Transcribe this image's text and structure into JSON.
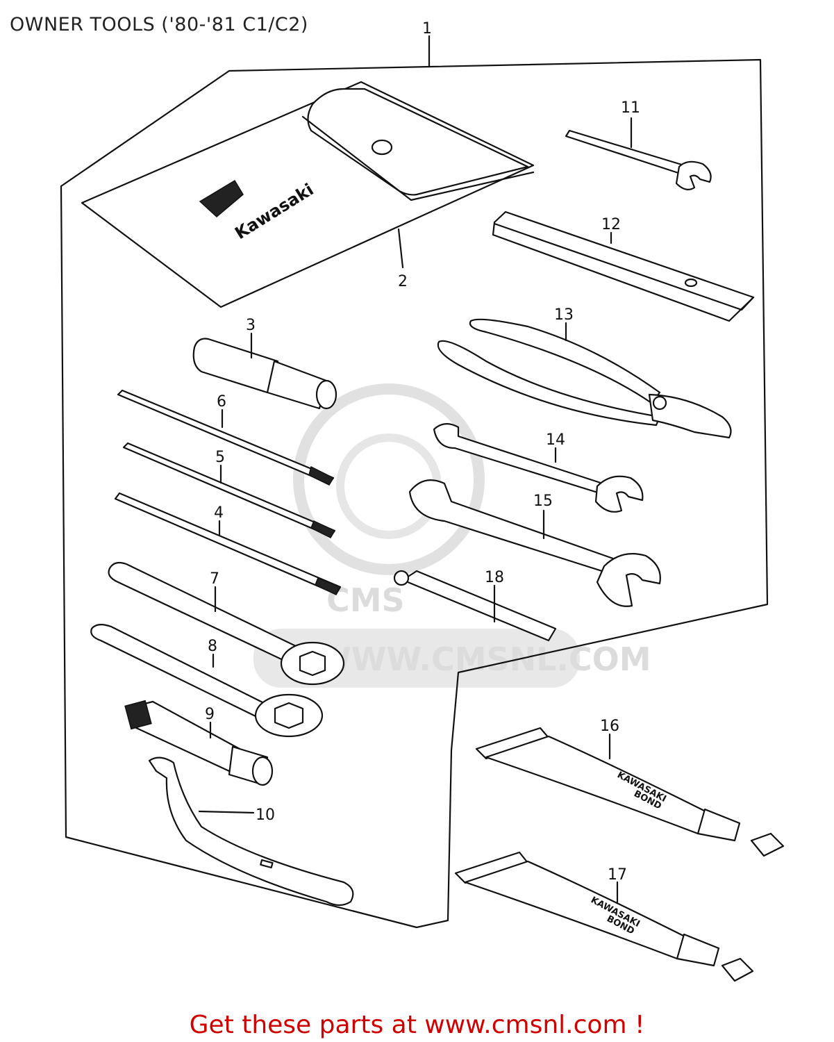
{
  "title": "OWNER TOOLS ('80-'81 C1/C2)",
  "parts": [
    {
      "ref": "1",
      "item": "tool-kit-assembly"
    },
    {
      "ref": "2",
      "item": "tool-bag"
    },
    {
      "ref": "3",
      "item": "screwdriver-handle"
    },
    {
      "ref": "4",
      "item": "screwdriver-blade"
    },
    {
      "ref": "5",
      "item": "screwdriver-blade"
    },
    {
      "ref": "6",
      "item": "screwdriver-blade"
    },
    {
      "ref": "7",
      "item": "box-wrench"
    },
    {
      "ref": "8",
      "item": "box-wrench"
    },
    {
      "ref": "9",
      "item": "spark-plug-wrench"
    },
    {
      "ref": "10",
      "item": "hook-spanner"
    },
    {
      "ref": "11",
      "item": "small-open-end-wrench"
    },
    {
      "ref": "12",
      "item": "flat-bar"
    },
    {
      "ref": "13",
      "item": "pliers"
    },
    {
      "ref": "14",
      "item": "open-end-wrench"
    },
    {
      "ref": "15",
      "item": "open-end-wrench"
    },
    {
      "ref": "16",
      "item": "bond-tube"
    },
    {
      "ref": "17",
      "item": "bond-tube"
    },
    {
      "ref": "18",
      "item": "hex-wrench"
    }
  ],
  "labels": {
    "p1": "1",
    "p2": "2",
    "p3": "3",
    "p4": "4",
    "p5": "5",
    "p6": "6",
    "p7": "7",
    "p8": "8",
    "p9": "9",
    "p10": "10",
    "p11": "11",
    "p12": "12",
    "p13": "13",
    "p14": "14",
    "p15": "15",
    "p16": "16",
    "p17": "17",
    "p18": "18"
  },
  "bag_brand": "Kawasaki",
  "tube_print": {
    "line1": "KAWASAKI",
    "line2": "BOND"
  },
  "watermark": {
    "logo": "CMS",
    "url": "WWW.CMSNL.COM"
  },
  "cta": "Get these parts at www.cmsnl.com !",
  "colors": {
    "cta": "#d00000",
    "line": "#111111",
    "watermark": "#d9d9d9"
  }
}
